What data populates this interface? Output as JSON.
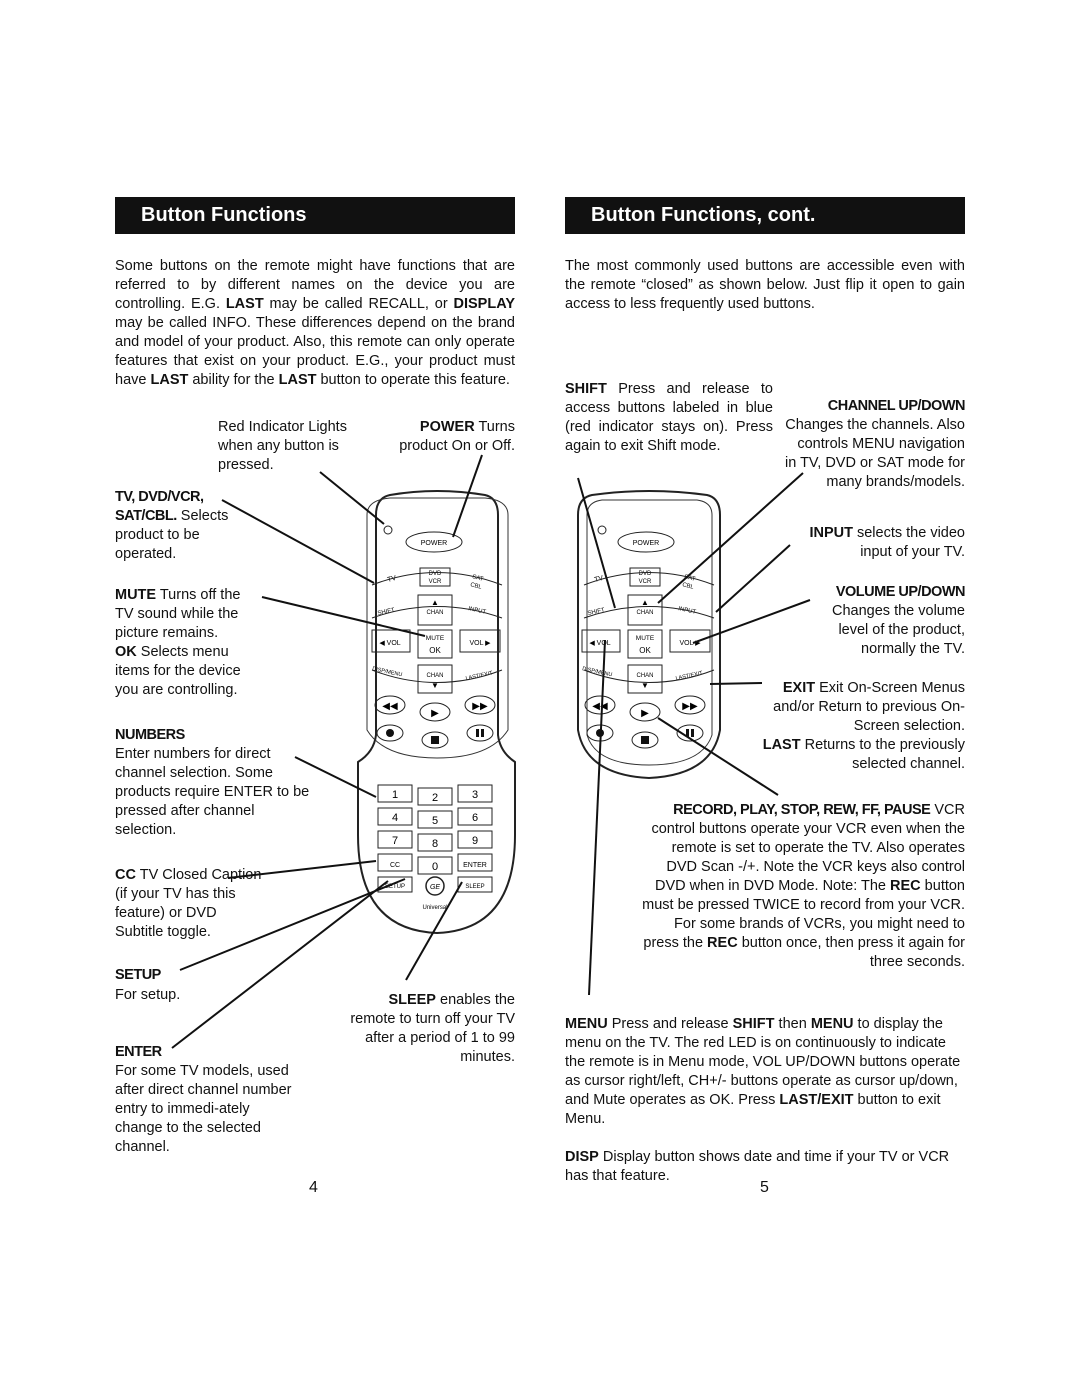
{
  "left": {
    "header": "Button Functions",
    "intro": [
      "Some buttons on the remote might have functions that are referred to by different names on the device you are controlling. E.G. ",
      "LAST",
      " may be called RECALL, or ",
      "DISPLAY",
      " may be called INFO. These differences depend on the brand and model of your product. Also, this remote can only operate features that exist on your product. E.G., your product must have ",
      "LAST",
      " ability for the ",
      "LAST",
      " button to operate this feature."
    ],
    "red_indicator": "Red Indicator Lights when any button is pressed.",
    "power": [
      "POWER",
      " Turns product On or Off."
    ],
    "tv_dvd": [
      "TV, DVD/VCR, SAT/CBL.",
      " Selects product to be operated."
    ],
    "mute": [
      "MUTE",
      " Turns off the TV sound while the picture remains."
    ],
    "ok": [
      "OK",
      " Selects menu items for the device you are controlling."
    ],
    "numbers_title": "NUMBERS",
    "numbers": "Enter numbers for direct channel selection. Some products require ENTER to be pressed after channel selection.",
    "cc": [
      "CC",
      " TV Closed Caption (if your TV has this feature) or DVD Subtitle toggle."
    ],
    "setup_title": "SETUP",
    "setup": "For setup.",
    "sleep": [
      "SLEEP",
      " enables the remote to turn off your TV after a period of 1 to 99 minutes."
    ],
    "enter_title": "ENTER",
    "enter": "For some TV models, used after direct channel number entry to immedi-ately change to the selected channel.",
    "page_number": "4"
  },
  "right": {
    "header": "Button Functions, cont.",
    "intro": "The most commonly used buttons are accessible even with the remote “closed” as shown below. Just flip it open to gain access to less frequently used buttons.",
    "shift": [
      "SHIFT",
      " Press and release to access buttons labeled in blue (red indicator stays on). Press again to exit Shift mode."
    ],
    "channel_title": "CHANNEL UP/DOWN",
    "channel": "Changes the channels. Also controls MENU navigation in TV, DVD or SAT mode for many brands/models.",
    "input": [
      "INPUT",
      " selects the video input of your TV."
    ],
    "volume_title": "VOLUME UP/DOWN",
    "volume": "Changes the volume level of the product, normally the TV.",
    "exit": [
      "EXIT",
      " Exit On-Screen Menus and/or Return to previous On-Screen selection."
    ],
    "last": [
      "LAST",
      " Returns to the previously selected channel."
    ],
    "record_title": "RECORD, PLAY, STOP, REW, FF, PAUSE",
    "record_vcr": " VCR",
    "record": [
      "control buttons operate your VCR even when the remote is set to operate the TV. Also operates DVD Scan -/+. Note the VCR keys also control DVD when in DVD Mode. Note: The ",
      "REC",
      " button must be pressed TWICE to record from your VCR. For some brands of VCRs, you might need to press the ",
      "REC",
      " button once, then press it again for three seconds."
    ],
    "menu": [
      "MENU",
      " Press and release ",
      "SHIFT",
      " then ",
      "MENU",
      " to display the menu on the TV. The red LED is on continuously to indicate the remote is in Menu mode, VOL UP/DOWN buttons operate as cursor right/left, CH+/- buttons operate as cursor up/down, and Mute operates as OK. Press ",
      "LAST/EXIT",
      " button to exit Menu."
    ],
    "disp": [
      "DISP",
      " Display button shows date and time if your TV or VCR has that feature."
    ],
    "page_number": "5"
  },
  "remote": {
    "power": "POWER",
    "tv": "TV",
    "dvd": "DVD",
    "vcr": "VCR",
    "sat": "SAT",
    "cbl": "CBL",
    "shift": "SHIFT",
    "chan": "CHAN",
    "input": "INPUT",
    "vol": "VOL",
    "mute": "MUTE",
    "ok": "OK",
    "disp": "DISP/MENU",
    "last": "LAST/EXIT",
    "digits": [
      "1",
      "2",
      "3",
      "4",
      "5",
      "6",
      "7",
      "8",
      "9"
    ],
    "cc": "CC",
    "zero": "0",
    "enter": "ENTER",
    "setup": "SETUP",
    "sleep": "SLEEP",
    "brand": "Universal",
    "logo": "GE"
  }
}
